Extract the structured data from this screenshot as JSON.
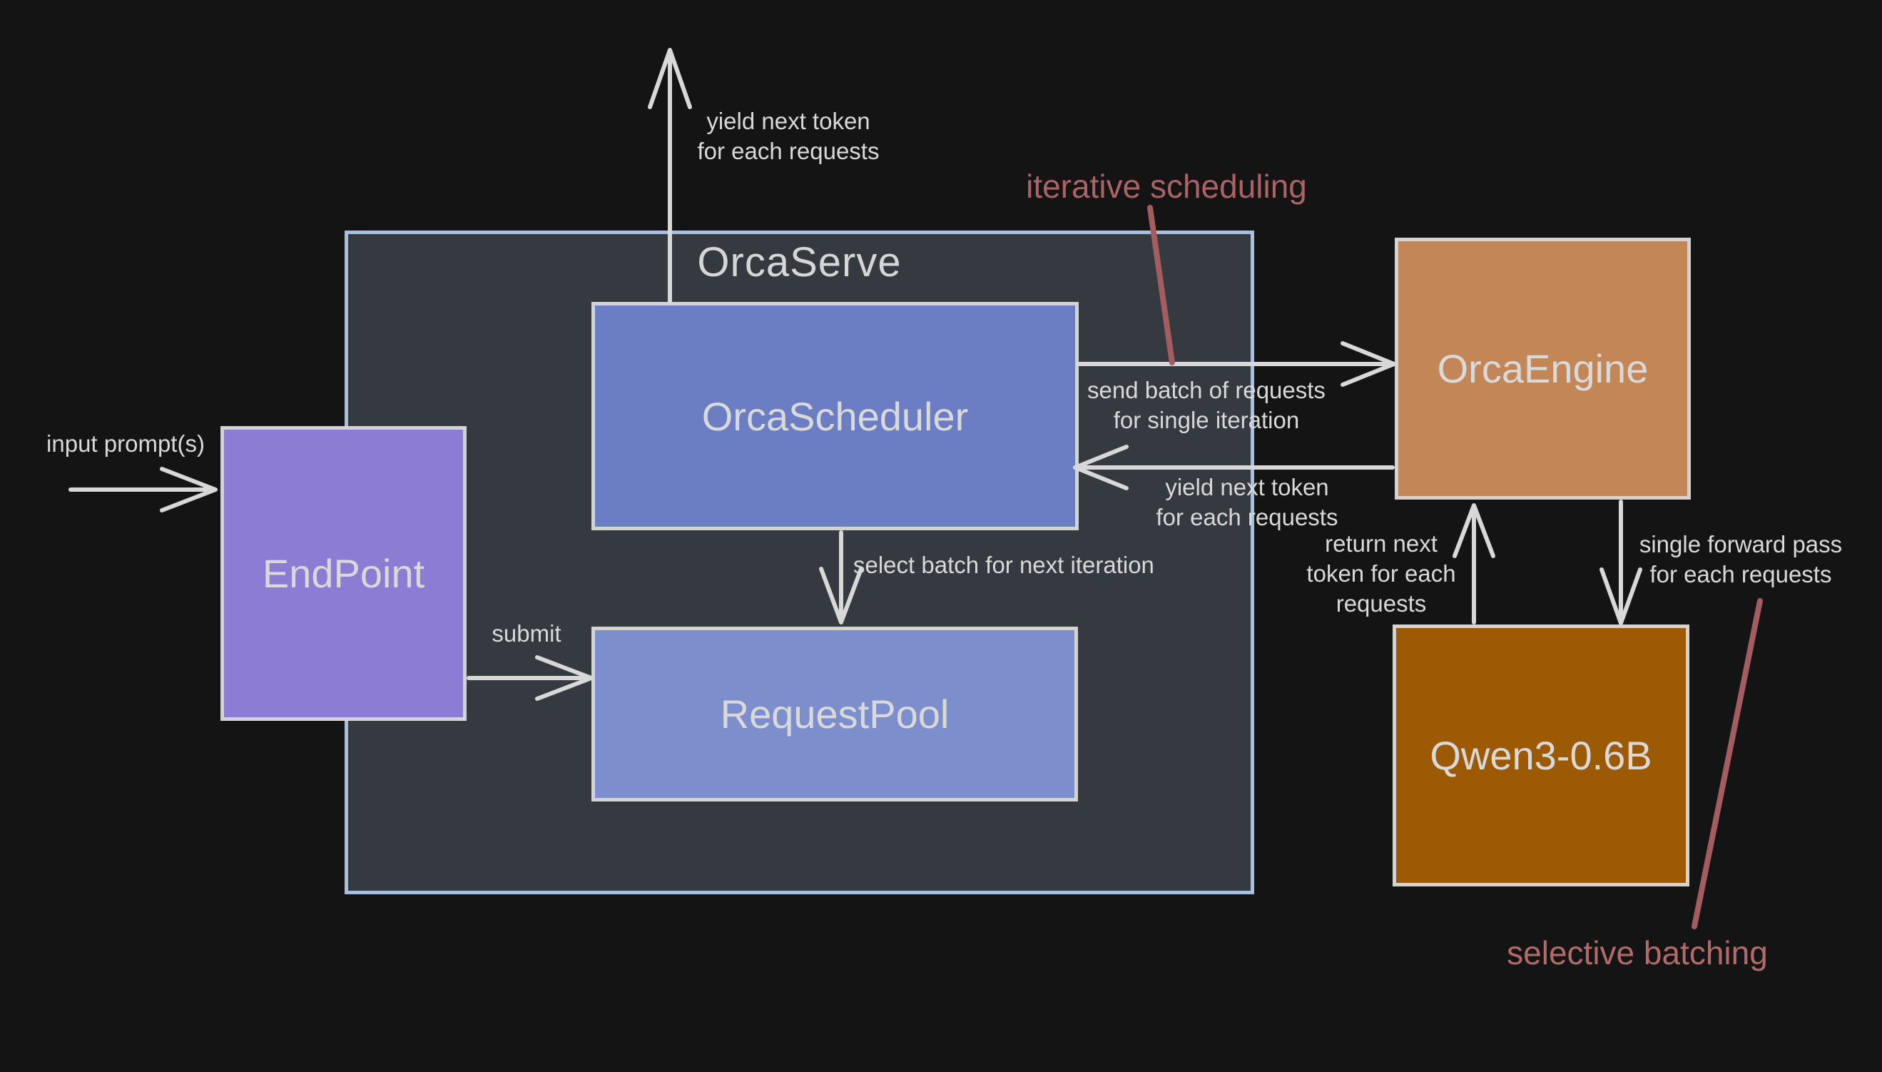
{
  "diagram": {
    "title": "OrcaServe",
    "boxes": {
      "endpoint": {
        "label": "EndPoint",
        "fill": "#8d7cd4"
      },
      "scheduler": {
        "label": "OrcaScheduler",
        "fill": "#6b7dc3"
      },
      "requestpool": {
        "label": "RequestPool",
        "fill": "#7d8ecd"
      },
      "engine": {
        "label": "OrcaEngine",
        "fill": "#c38656"
      },
      "model": {
        "label": "Qwen3-0.6B",
        "fill": "#9d5a05"
      }
    },
    "edges": {
      "yield_top": {
        "lines": [
          "yield next token",
          "for each requests"
        ]
      },
      "input_prompt": {
        "lines": [
          "input prompt(s)"
        ]
      },
      "submit": {
        "lines": [
          "submit"
        ]
      },
      "select_batch": {
        "lines": [
          "select batch for next iteration"
        ]
      },
      "send_batch": {
        "lines": [
          "send batch of requests",
          "for single iteration"
        ]
      },
      "yield_mid": {
        "lines": [
          "yield next token",
          "for each requests"
        ]
      },
      "return_next": {
        "lines": [
          "return next",
          "token for each",
          "requests"
        ]
      },
      "single_forward": {
        "lines": [
          "single forward pass",
          "for each requests"
        ]
      }
    },
    "annotations": {
      "iterative": {
        "text": "iterative scheduling",
        "color": "#ab6366"
      },
      "selective": {
        "text": "selective batching",
        "color": "#b16b6b"
      }
    },
    "colors": {
      "background": "#141414",
      "container_fill": "#343a3f",
      "container_border": "#a7c0e0",
      "box_border": "#d3d3d3",
      "arrow": "#d8d8d8",
      "label_text": "#d9d9d9",
      "annotation_line": "#a35d60"
    }
  }
}
